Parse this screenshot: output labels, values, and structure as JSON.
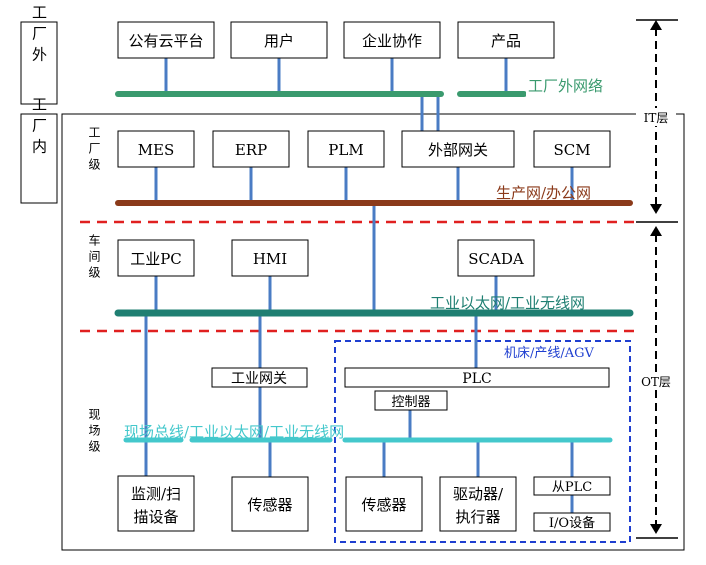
{
  "zones": {
    "outside": "工厂外",
    "inside": "工厂内"
  },
  "levels": {
    "factory": "工厂级",
    "workshop": "车间级",
    "field": "现场级"
  },
  "layers": {
    "it": "IT层",
    "ot": "OT层"
  },
  "outside_boxes": [
    "公有云平台",
    "用户",
    "企业协作",
    "产品"
  ],
  "factory_boxes": [
    "MES",
    "ERP",
    "PLM",
    "外部网关",
    "SCM"
  ],
  "workshop_boxes": [
    "工业PC",
    "HMI",
    "SCADA"
  ],
  "networks": {
    "external": "工厂外网络",
    "production_office": "生产网/办公网",
    "industrial_ethernet_wireless": "工业以太网/工业无线网",
    "fieldbus": "现场总线/工业以太网/工业无线网"
  },
  "field": {
    "machine_group": "机床/产线/AGV",
    "gateway": "工业网关",
    "plc": "PLC",
    "controller": "控制器",
    "monitor": [
      "监测/扫",
      "描设备"
    ],
    "sensor_left": "传感器",
    "sensor_right": "传感器",
    "driver": [
      "驱动器/",
      "执行器"
    ],
    "slave_plc": "从PLC",
    "io_device": "I/O设备"
  },
  "colors": {
    "external_bus": "#3a9a6e",
    "production_bus": "#8b3a1a",
    "ethernet_bus": "#1f7f72",
    "fieldbus": "#44c8cc",
    "link": "#4a7cc4",
    "dashed_red": "#e02020",
    "dashed_blue": "#1f3fd0",
    "network_text_green": "#3a9a6e",
    "network_text_brown": "#8b3a1a",
    "network_text_teal": "#1f7f72",
    "network_text_cyan": "#44c8cc",
    "group_text": "#1f3fd0"
  }
}
